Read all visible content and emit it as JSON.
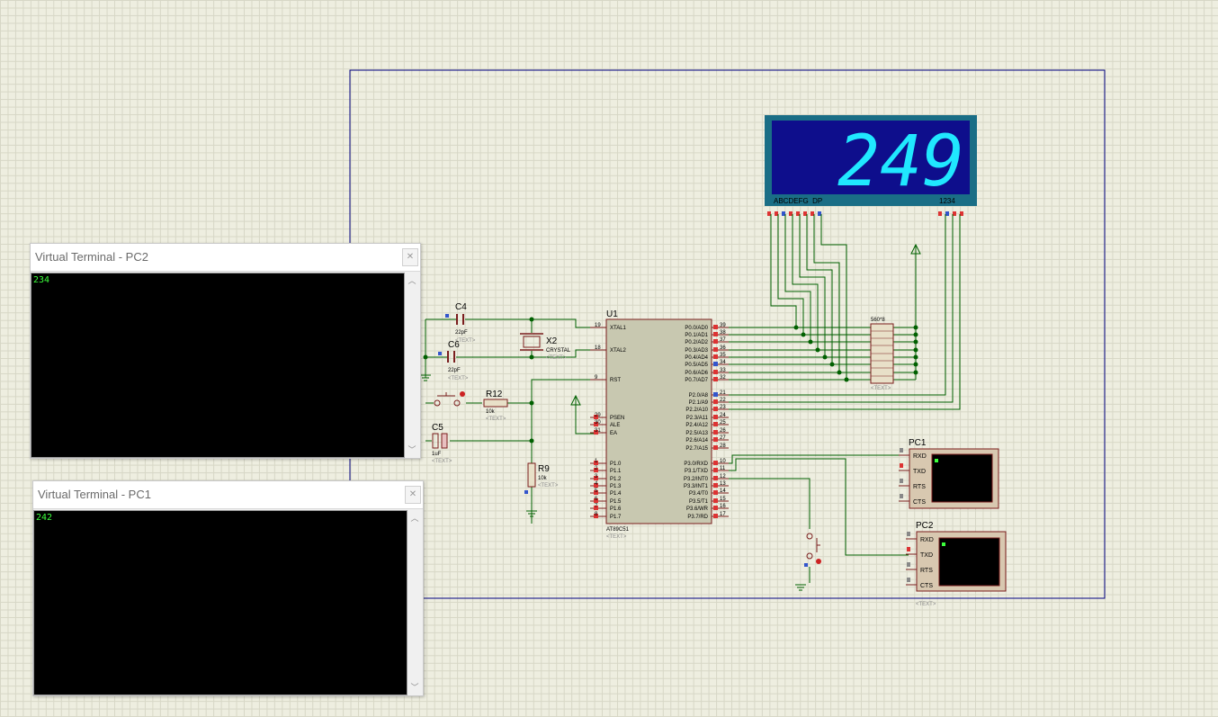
{
  "display": {
    "digits": "249",
    "segment_pins": "ABCDEFG  DP",
    "digit_pins": "1234"
  },
  "parts": {
    "u1_ref": "U1",
    "u1_type": "AT89C51",
    "text_placeholder": "<TEXT>",
    "c4_ref": "C4",
    "c4_val": "22pF",
    "c6_ref": "C6",
    "c6_val": "22pF",
    "x2_ref": "X2",
    "x2_val": "CRYSTAL",
    "r12_ref": "R12",
    "r12_val": "10k",
    "c5_ref": "C5",
    "c5_val": "1uF",
    "r9_ref": "R9",
    "r9_val": "10k",
    "rn_val": "560*8",
    "pc1_ref": "PC1",
    "pc2_ref": "PC2"
  },
  "u1_left_pins": [
    {
      "num": "19",
      "name": "XTAL1"
    },
    {
      "num": "18",
      "name": "XTAL2"
    },
    {
      "num": "9",
      "name": "RST"
    },
    {
      "num": "29",
      "name": "PSEN"
    },
    {
      "num": "30",
      "name": "ALE"
    },
    {
      "num": "31",
      "name": "EA"
    },
    {
      "num": "1",
      "name": "P1.0"
    },
    {
      "num": "2",
      "name": "P1.1"
    },
    {
      "num": "3",
      "name": "P1.2"
    },
    {
      "num": "4",
      "name": "P1.3"
    },
    {
      "num": "5",
      "name": "P1.4"
    },
    {
      "num": "6",
      "name": "P1.5"
    },
    {
      "num": "7",
      "name": "P1.6"
    },
    {
      "num": "8",
      "name": "P1.7"
    }
  ],
  "u1_right_pins": [
    {
      "num": "39",
      "name": "P0.0/AD0"
    },
    {
      "num": "38",
      "name": "P0.1/AD1"
    },
    {
      "num": "37",
      "name": "P0.2/AD2"
    },
    {
      "num": "36",
      "name": "P0.3/AD3"
    },
    {
      "num": "35",
      "name": "P0.4/AD4"
    },
    {
      "num": "34",
      "name": "P0.5/AD5"
    },
    {
      "num": "33",
      "name": "P0.6/AD6"
    },
    {
      "num": "32",
      "name": "P0.7/AD7"
    },
    {
      "num": "21",
      "name": "P2.0/A8"
    },
    {
      "num": "22",
      "name": "P2.1/A9"
    },
    {
      "num": "23",
      "name": "P2.2/A10"
    },
    {
      "num": "24",
      "name": "P2.3/A11"
    },
    {
      "num": "25",
      "name": "P2.4/A12"
    },
    {
      "num": "26",
      "name": "P2.5/A13"
    },
    {
      "num": "27",
      "name": "P2.6/A14"
    },
    {
      "num": "28",
      "name": "P2.7/A15"
    },
    {
      "num": "10",
      "name": "P3.0/RXD"
    },
    {
      "num": "11",
      "name": "P3.1/TXD"
    },
    {
      "num": "12",
      "name": "P3.2/INT0"
    },
    {
      "num": "13",
      "name": "P3.3/INT1"
    },
    {
      "num": "14",
      "name": "P3.4/T0"
    },
    {
      "num": "15",
      "name": "P3.5/T1"
    },
    {
      "num": "16",
      "name": "P3.6/WR"
    },
    {
      "num": "17",
      "name": "P3.7/RD"
    }
  ],
  "terminal_pins": [
    "RXD",
    "TXD",
    "RTS",
    "CTS"
  ],
  "windows": {
    "pc2": {
      "title": "Virtual Terminal - PC2",
      "output": "234"
    },
    "pc1": {
      "title": "Virtual Terminal - PC1",
      "output": "242"
    }
  },
  "icons": {
    "close": "close-icon",
    "scroll_up": "scroll-up-icon",
    "scroll_down": "scroll-down-icon"
  },
  "colors": {
    "wire": "#006000",
    "frame": "#000080",
    "display_bg": "#0e0e8c",
    "segment": "#20e8ff",
    "component": "#7a1d1d",
    "terminal_text": "#3cff3c"
  }
}
